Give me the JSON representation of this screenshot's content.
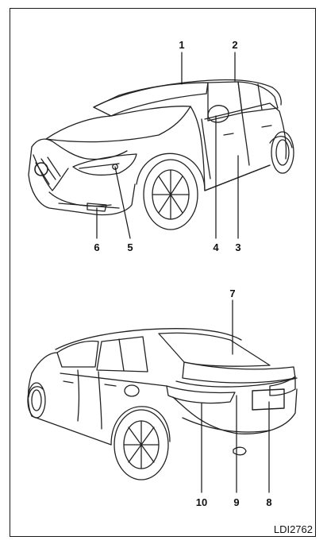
{
  "figure_code": "LDI2762",
  "front_view": {
    "callouts": [
      "1",
      "2",
      "3",
      "4",
      "5",
      "6"
    ]
  },
  "rear_view": {
    "callouts": [
      "7",
      "8",
      "9",
      "10"
    ]
  }
}
